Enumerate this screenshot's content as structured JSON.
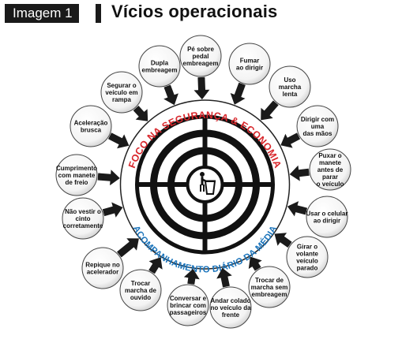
{
  "header": {
    "tag": "Imagem 1",
    "title": "Vícios operacionais"
  },
  "ring": {
    "top_text": "FOCO NA SEGURANÇA & ECONOMIA",
    "bottom_text": "ACOMPANHAMENTO DIÁRIO DA MÉDIA"
  },
  "center_icon": "trash-bin-person-icon",
  "colors": {
    "red_text": "#d8262b",
    "blue_text": "#1b74bb",
    "bubble_fill": "#ffffff",
    "bubble_stroke": "#444444",
    "arrow": "#1a1a1a",
    "target_black": "#111111"
  },
  "vices": [
    {
      "lines": [
        "Pé sobre",
        "pedal",
        "embreagem"
      ]
    },
    {
      "lines": [
        "Fumar",
        "ao dirigir"
      ]
    },
    {
      "lines": [
        "Uso",
        "marcha",
        "lenta"
      ]
    },
    {
      "lines": [
        "Dirigir com",
        "uma",
        "das mãos"
      ]
    },
    {
      "lines": [
        "Puxar o",
        "manete",
        "antes de",
        "parar",
        "o veículo"
      ]
    },
    {
      "lines": [
        "Usar o celular",
        "ao dirigir"
      ]
    },
    {
      "lines": [
        "Girar o",
        "volante",
        "veículo",
        "parado"
      ]
    },
    {
      "lines": [
        "Trocar de",
        "marcha sem",
        "embreagem"
      ]
    },
    {
      "lines": [
        "Andar colado",
        "no veículo da",
        "frente"
      ]
    },
    {
      "lines": [
        "Conversar e",
        "brincar com",
        "passageiros"
      ]
    },
    {
      "lines": [
        "Trocar",
        "marcha de",
        "ouvido"
      ]
    },
    {
      "lines": [
        "Repique no",
        "acelerador"
      ]
    },
    {
      "lines": [
        "Não vestir o",
        "cinto",
        "corretamente"
      ]
    },
    {
      "lines": [
        "Cumprimento",
        "com manete",
        "de freio"
      ]
    },
    {
      "lines": [
        "Aceleração",
        "brusca"
      ]
    },
    {
      "lines": [
        "Segurar o",
        "veículo em",
        "rampa"
      ]
    },
    {
      "lines": [
        "Dupla",
        "embreagem"
      ]
    }
  ]
}
